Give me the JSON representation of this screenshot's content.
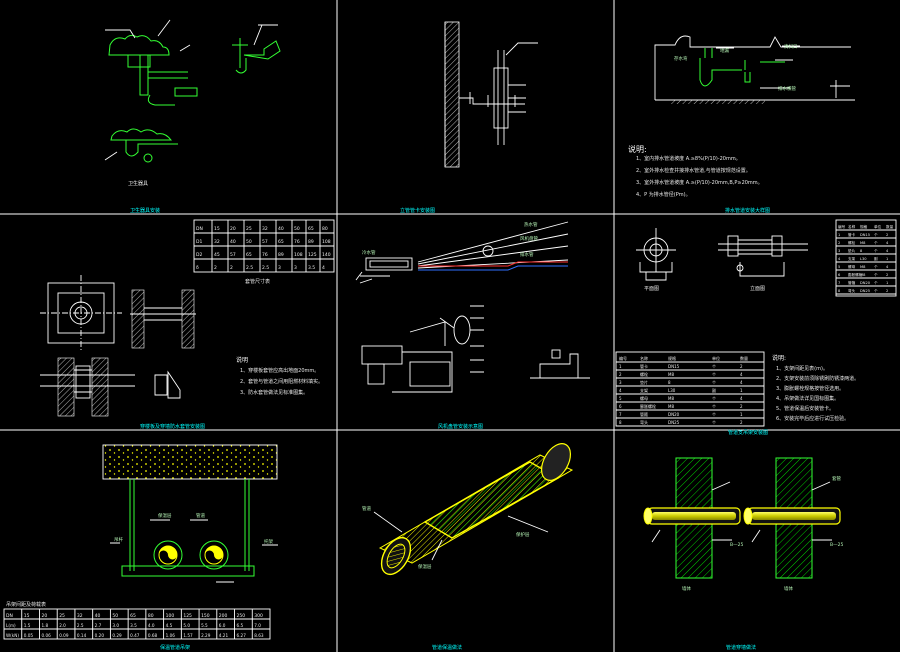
{
  "panels": {
    "p1": {
      "title": "卫生器具安装",
      "label": "卫生器具"
    },
    "p2": {
      "title": "立管管卡安装图"
    },
    "p3": {
      "notes_title": "说明:",
      "notes": [
        "1、室内排水管道坡度 A.≥8%(P/10)-20mm。",
        "2、室外排水检查井接排水管道,与管道按规范设置。",
        "3、室外排水管道坡度 A.≥(P/10)-20mm,B,P≥20mm。",
        "4、P 为排水管径(Pm)。"
      ],
      "labels": [
        "地漏",
        "存水弯",
        "清扫口",
        "排水横管"
      ],
      "footer": "排水管道安装大样图"
    },
    "p4": {
      "table_title": "套管尺寸表",
      "table_rows": [
        [
          "DN",
          "15",
          "20",
          "25",
          "32",
          "40",
          "50",
          "65",
          "80"
        ],
        [
          "D1",
          "32",
          "40",
          "50",
          "57",
          "65",
          "76",
          "89",
          "108"
        ],
        [
          "D2",
          "45",
          "57",
          "65",
          "76",
          "89",
          "108",
          "125",
          "140"
        ],
        [
          "δ",
          "2",
          "2",
          "2.5",
          "2.5",
          "3",
          "3",
          "3.5",
          "4"
        ]
      ],
      "note_title": "说明",
      "notes": [
        "1、穿楼板套管应高出地面20mm。",
        "2、套管与管道之间用阻燃材料填实。",
        "3、防水套管做法见标准图集。"
      ],
      "footer": "穿楼板及穿墙防水套管安装图"
    },
    "p5": {
      "labels": [
        "冷水管",
        "热水管",
        "风机盘管",
        "排水管"
      ],
      "footer": "风机盘管安装示意图"
    },
    "p6": {
      "labels": [
        "平面图",
        "立面图"
      ],
      "table_rows": [
        [
          "编号",
          "名称",
          "规格",
          "单位",
          "数量"
        ],
        [
          "1",
          "管卡",
          "DN15",
          "个",
          "2"
        ],
        [
          "2",
          "螺栓",
          "M8",
          "个",
          "4"
        ],
        [
          "3",
          "垫片",
          "8",
          "个",
          "4"
        ],
        [
          "4",
          "支架",
          "L30",
          "副",
          "1"
        ],
        [
          "5",
          "螺母",
          "M8",
          "个",
          "4"
        ],
        [
          "6",
          "膨胀螺栓",
          "M8",
          "个",
          "2"
        ],
        [
          "7",
          "管箍",
          "DN20",
          "个",
          "1"
        ],
        [
          "8",
          "弯头",
          "DN25",
          "个",
          "2"
        ]
      ],
      "note_title": "说明:",
      "notes": [
        "1、支架间距见表(m)。",
        "2、支架安装前须除锈刷防锈漆两道。",
        "3、膨胀螺栓规格按管径选用。",
        "4、吊架做法详见国标图集。",
        "5、管道保温后安装管卡。",
        "6、安装完毕后应进行试压检验。"
      ],
      "footer": "管道支吊架安装图"
    },
    "p7": {
      "table_title": "吊架间距及荷载表",
      "header": [
        "DN",
        "15",
        "20",
        "25",
        "32",
        "40",
        "50",
        "65",
        "80",
        "100",
        "125",
        "150",
        "200",
        "250",
        "300"
      ],
      "rows": [
        [
          "L(m)",
          "1.5",
          "1.8",
          "2.0",
          "2.5",
          "2.7",
          "3.0",
          "3.5",
          "4.0",
          "4.5",
          "5.0",
          "5.5",
          "6.0",
          "6.5",
          "7.0"
        ],
        [
          "W(kN)",
          "0.05",
          "0.06",
          "0.09",
          "0.14",
          "0.20",
          "0.29",
          "0.47",
          "0.68",
          "1.06",
          "1.57",
          "2.29",
          "4.21",
          "6.27",
          "8.63"
        ]
      ],
      "labels": [
        "吊杆",
        "保温层",
        "管道",
        "托架"
      ],
      "footer": "保温管道吊架"
    },
    "p8": {
      "labels": [
        "管道",
        "保温层",
        "保护层"
      ],
      "footer": "管道保温做法"
    },
    "p9": {
      "labels": [
        "B—25",
        "B—25",
        "墙体",
        "墙体",
        "套管"
      ],
      "footer": "管道穿墙做法"
    }
  }
}
